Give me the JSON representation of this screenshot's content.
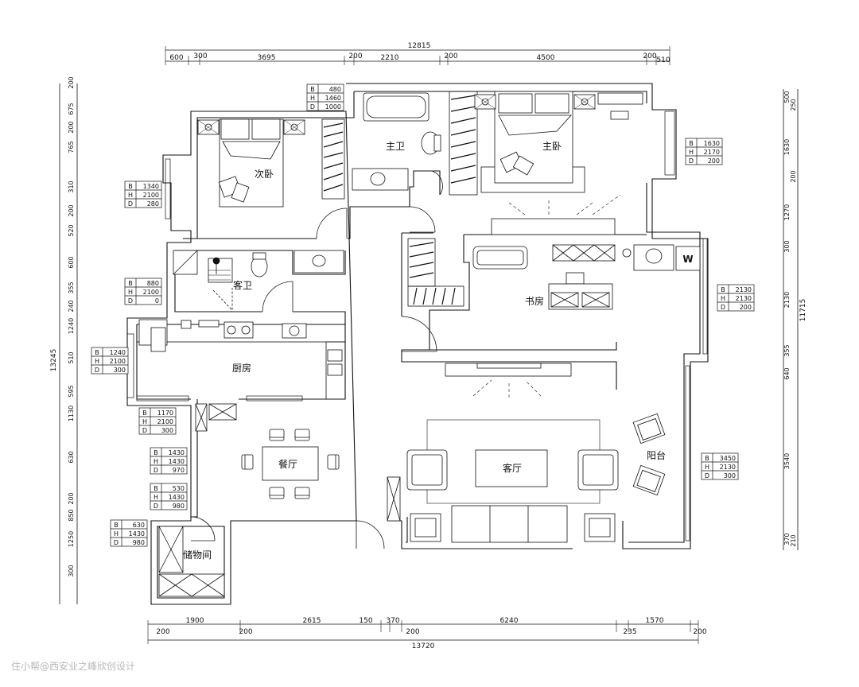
{
  "rooms": {
    "second_bedroom": "次卧",
    "master_bath": "主卫",
    "master_bedroom": "主卧",
    "guest_bath": "客卫",
    "study": "书房",
    "kitchen": "厨房",
    "dining": "餐厅",
    "living": "客厅",
    "balcony": "阳台",
    "storage": "储物间"
  },
  "washer_symbol": "W",
  "dims_top": {
    "total": "12815",
    "segments": [
      "600",
      "300",
      "3695",
      "200",
      "2210",
      "200",
      "4500",
      "200",
      "510"
    ]
  },
  "dims_bottom": {
    "row1": [
      "1900",
      "2615",
      "150",
      "370",
      "6240",
      "1570"
    ],
    "row2": [
      "200",
      "200",
      "200",
      "235",
      "200"
    ],
    "total": "13720"
  },
  "dims_left": {
    "total": "13245",
    "segments": [
      "200",
      "675",
      "200",
      "765",
      "310",
      "200",
      "520",
      "600",
      "355",
      "240",
      "1240",
      "510",
      "595",
      "1130",
      "630",
      "200",
      "850",
      "1250",
      "300"
    ]
  },
  "dims_right": {
    "total": "11715",
    "segments": [
      "500",
      "250",
      "1630",
      "200",
      "1270",
      "300",
      "2130",
      "355",
      "640",
      "3540",
      "370",
      "210"
    ]
  },
  "window_tags": [
    {
      "B": "480",
      "H": "1460",
      "D": "1000"
    },
    {
      "B": "1630",
      "H": "2170",
      "D": "200"
    },
    {
      "B": "1340",
      "H": "2100",
      "D": "280"
    },
    {
      "B": "880",
      "H": "2100",
      "D": "0"
    },
    {
      "B": "2130",
      "H": "2130",
      "D": "200"
    },
    {
      "B": "1240",
      "H": "2100",
      "D": "300"
    },
    {
      "B": "1170",
      "H": "2100",
      "D": "300"
    },
    {
      "B": "1430",
      "H": "1430",
      "D": "970"
    },
    {
      "B": "3450",
      "H": "2130",
      "D": "300"
    },
    {
      "B": "530",
      "H": "1430",
      "D": "980"
    },
    {
      "B": "630",
      "H": "1430",
      "D": "980"
    }
  ],
  "watermark": "住小帮@西安业之峰欣创设计"
}
